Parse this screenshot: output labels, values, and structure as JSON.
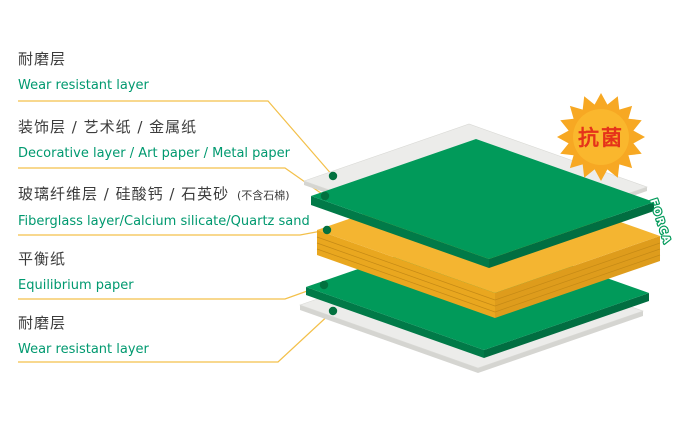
{
  "badge": {
    "label": "抗菌"
  },
  "brand": {
    "label": "FORCA"
  },
  "labels": [
    {
      "id": "wear-top",
      "zh": "耐磨层",
      "en": "Wear resistant layer"
    },
    {
      "id": "decorative",
      "zh": "装饰层 / 艺术纸 / 金属纸",
      "en": "Decorative layer / Art paper / Metal paper"
    },
    {
      "id": "core",
      "zh": "玻璃纤维层 / 硅酸钙 / 石英砂",
      "zh_note": "(不含石棉)",
      "en": "Fiberglass layer/Calcium silicate/Quartz sand"
    },
    {
      "id": "equilibrium",
      "zh": "平衡纸",
      "en": "Equilibrium paper"
    },
    {
      "id": "wear-bottom",
      "zh": "耐磨层",
      "en": "Wear resistant layer"
    }
  ],
  "diagram": {
    "layer_order_top_to_bottom": [
      "wear-layer-top",
      "decorative-layer",
      "fiberglass-calcium-silicate-core",
      "equilibrium-paper",
      "wear-layer-bottom"
    ]
  },
  "colors": {
    "page_bg": "#ffffff",
    "zh_text": "#3c3c3c",
    "en_text": "#00996f",
    "leader_line": "#f3c04a",
    "dot": "#03713f",
    "green_top": "#019a5a",
    "green_side": "#017a48",
    "green_side_dark": "#016e41",
    "yellow_top": "#f4b531",
    "yellow_side_left": "#e9a71f",
    "yellow_side_right": "#de9c1c",
    "yellow_stria": "#c58a16",
    "white_top": "#ececea",
    "white_side": "#d5d5d1",
    "badge_fill": "#f7a823",
    "badge_glow": "#fdc538",
    "badge_text": "#e5331a"
  }
}
